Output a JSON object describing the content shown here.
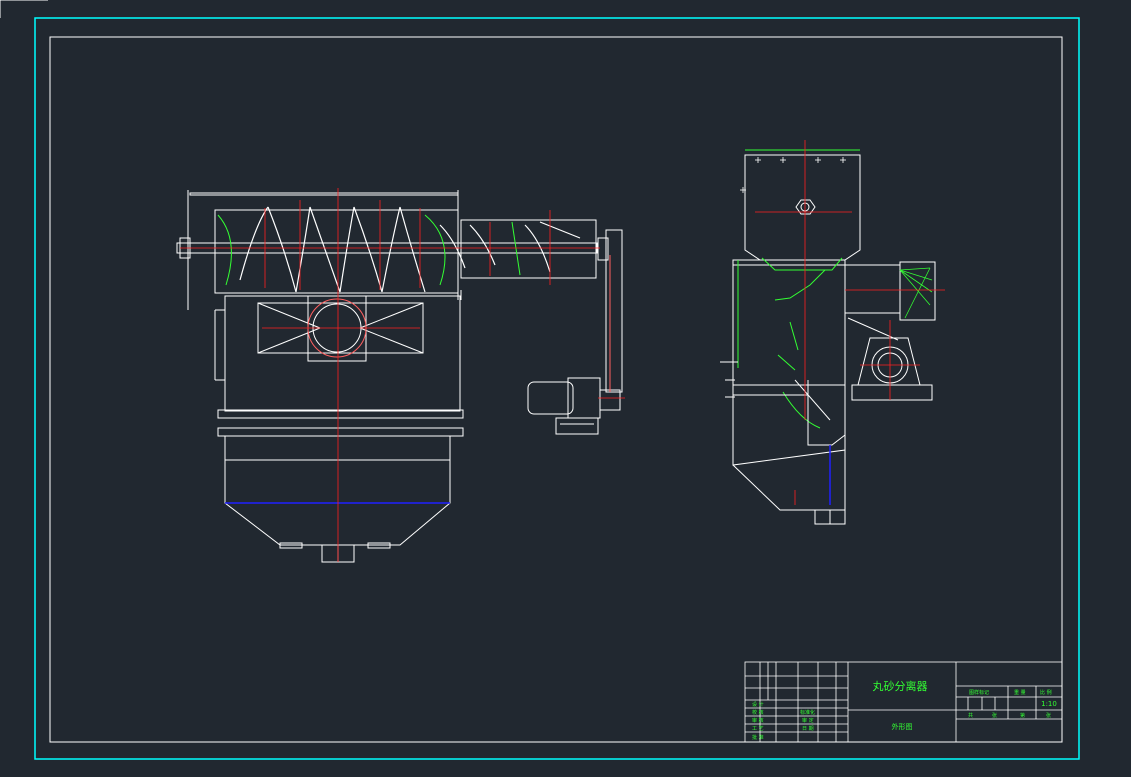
{
  "drawing": {
    "title": "丸砂分离器",
    "view_name": "外形图",
    "scale": "1:10"
  },
  "title_block": {
    "left_labels": [
      "设 计",
      "校 核",
      "审 核",
      "工 艺",
      "批 准"
    ],
    "left_values": [
      "标准化",
      "审 定",
      "日 期"
    ],
    "right_row_labels": [
      "图样标记",
      "重 量",
      "比 例"
    ],
    "bottom_labels": [
      "共",
      "张",
      "第",
      "张"
    ]
  },
  "colors": {
    "background": "#212830",
    "border": "#00ffff",
    "line": "#ffffff",
    "centerline": "#ff2020",
    "accent_green": "#33ff33",
    "blue_line": "#2020ff",
    "frame_inner": "#ffffff"
  }
}
